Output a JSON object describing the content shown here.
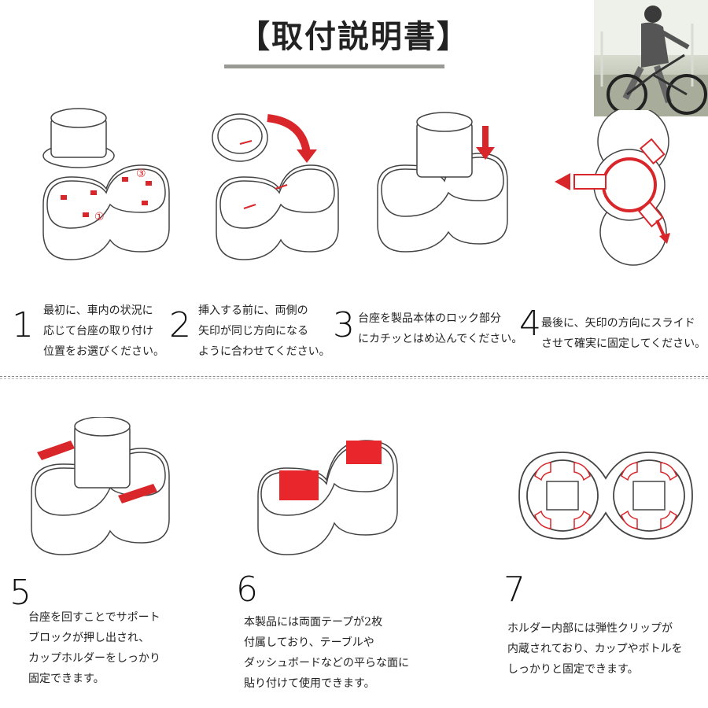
{
  "header": {
    "title": "【取付説明書】"
  },
  "steps": [
    {
      "num": "1",
      "text": "最初に、車内の状況に\n応じて台座の取り付け\n位置をお選びください。"
    },
    {
      "num": "2",
      "text": "挿入する前に、両側の\n矢印が同じ方向になる\nように合わせてください。"
    },
    {
      "num": "3",
      "text": "台座を製品本体のロック部分\nにカチッとはめ込んでください。"
    },
    {
      "num": "4",
      "text": "最後に、矢印の方向にスライド\nさせて確実に固定してください。"
    },
    {
      "num": "5",
      "text": "台座を回すことでサポート\nブロックが押し出され、\nカップホルダーをしっかり\n固定できます。"
    },
    {
      "num": "6",
      "text": "本製品には両面テープが2枚\n付属しており、テーブルや\nダッシュボードなどの平らな面に\n貼り付けて使用できます。"
    },
    {
      "num": "7",
      "text": "ホルダー内部には弾性クリップが\n内蔵されており、カップやボトルを\nしっかりと固定できます。"
    }
  ],
  "illustration_labels": {
    "marker_3": "③",
    "marker_1": "①"
  },
  "colors": {
    "accent": "#d9262b",
    "line": "#444444",
    "rule": "#9a9a95"
  }
}
